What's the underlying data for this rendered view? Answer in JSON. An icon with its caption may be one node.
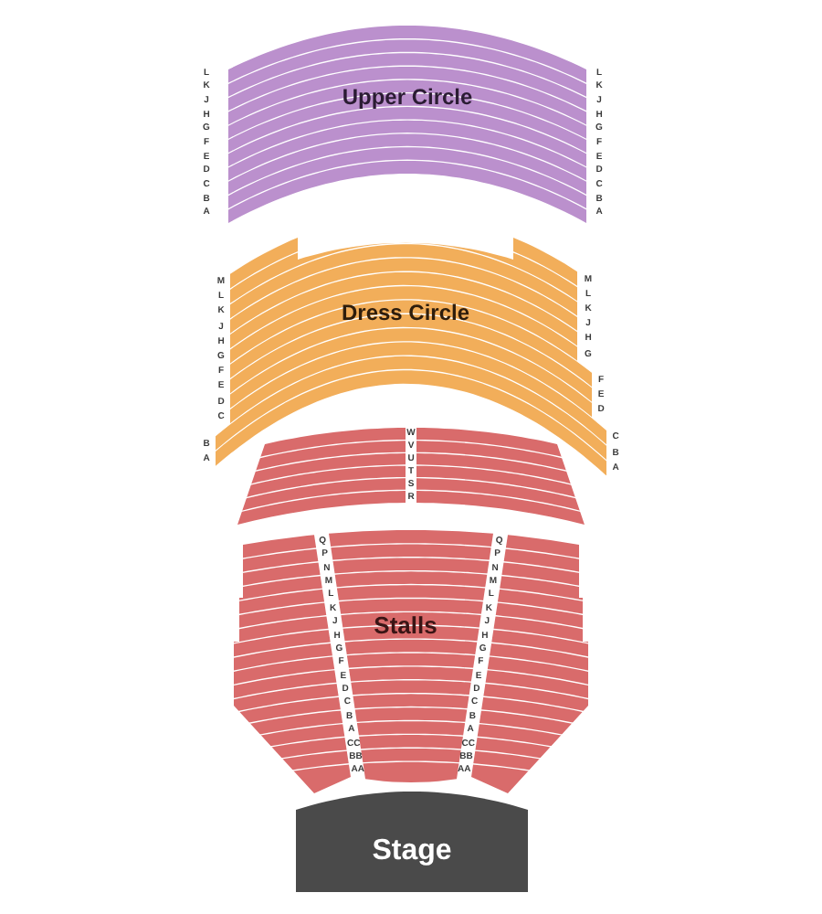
{
  "diagram": {
    "nodes": [
      {
        "text": [
          "Upper Circle"
        ],
        "beside": [
          "L",
          "K",
          "J",
          "H",
          "G",
          "F",
          "E",
          "D",
          "C",
          "B",
          "A",
          "L",
          "K",
          "J",
          "H",
          "G",
          "F",
          "E",
          "D",
          "C",
          "B",
          "A"
        ]
      },
      {
        "text": [
          "Dress Circle",
          "M",
          "L",
          "K",
          "J",
          "H",
          "G",
          "F",
          "E",
          "D",
          "C",
          "M",
          "L",
          "K",
          "J",
          "H",
          "G",
          "F",
          "E",
          "D"
        ],
        "beside": [
          "B",
          "A",
          "C",
          "B",
          "A"
        ]
      },
      {
        "text": [
          "W",
          "V",
          "U",
          "T",
          "S",
          "R"
        ]
      },
      {
        "text": [
          "Stalls",
          "Q",
          "P",
          "N",
          "M",
          "L",
          "K",
          "J",
          "H",
          "G",
          "F",
          "E",
          "D",
          "C",
          "B",
          "A",
          "CC",
          "BB",
          "AA",
          "Q",
          "P",
          "N",
          "M",
          "L",
          "K",
          "J",
          "H",
          "G",
          "F",
          "E",
          "D",
          "C",
          "B",
          "A",
          "CC",
          "BB",
          "AA"
        ]
      },
      {
        "text": [
          "Stage"
        ]
      }
    ]
  }
}
